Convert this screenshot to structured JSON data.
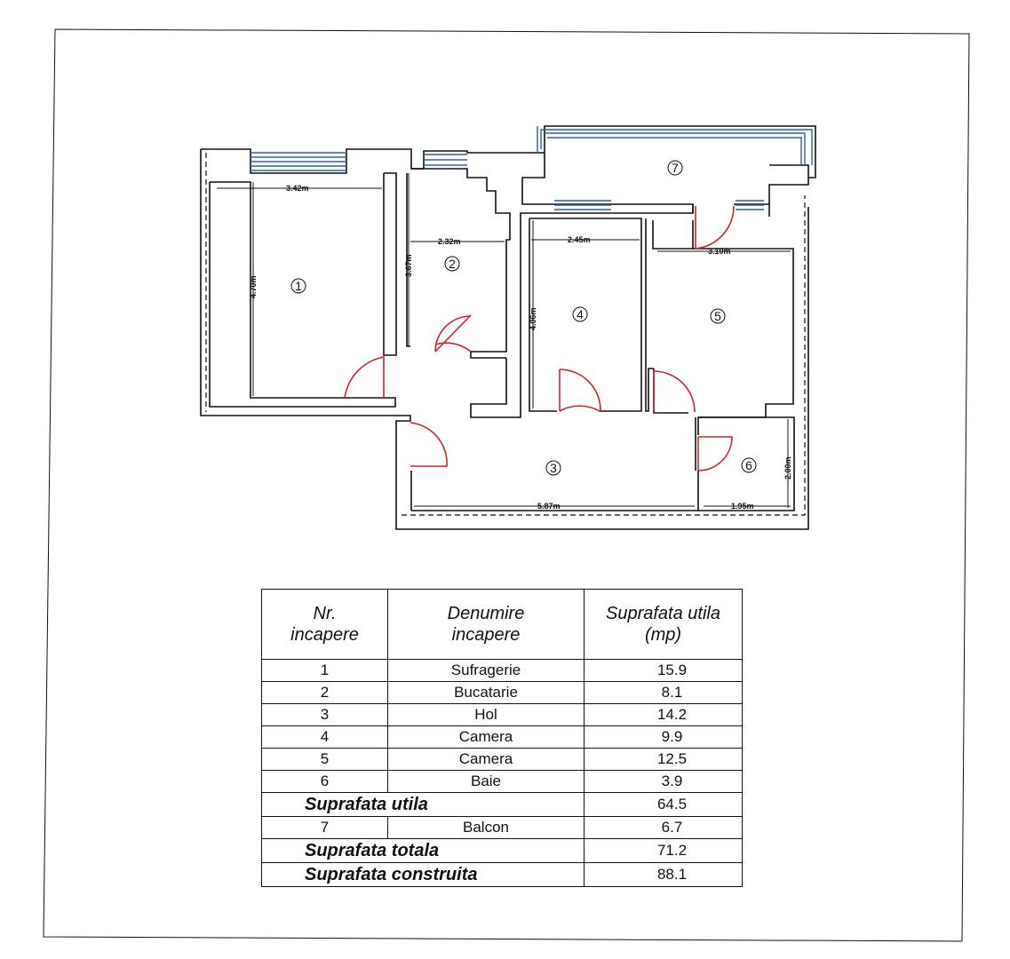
{
  "plan": {
    "rooms": [
      "1",
      "2",
      "3",
      "4",
      "5",
      "6",
      "7"
    ],
    "dimensions": {
      "r1_width": "3.42m",
      "r1_height": "4.70m",
      "r2_width": "2.32m",
      "r2_height": "3.67m",
      "r4_width": "2.45m",
      "r4_height": "4.06m",
      "r5_width": "3.10m",
      "r3_width": "5.87m",
      "r6_width": "1.95m",
      "r6_height": "2.00m"
    },
    "colors": {
      "walls": "#111111",
      "windows": "#2f5f9f",
      "doors": "#d4212b"
    }
  },
  "table": {
    "headers": {
      "nr": [
        "Nr.",
        "incapere"
      ],
      "denumire": [
        "Denumire",
        "incapere"
      ],
      "suprafata": [
        "Suprafata utila",
        "(mp)"
      ]
    },
    "rows": [
      {
        "nr": "1",
        "name": "Sufragerie",
        "area": "15.9"
      },
      {
        "nr": "2",
        "name": "Bucatarie",
        "area": "8.1"
      },
      {
        "nr": "3",
        "name": "Hol",
        "area": "14.2"
      },
      {
        "nr": "4",
        "name": "Camera",
        "area": "9.9"
      },
      {
        "nr": "5",
        "name": "Camera",
        "area": "12.5"
      },
      {
        "nr": "6",
        "name": "Baie",
        "area": "3.9"
      }
    ],
    "utila": {
      "label": "Suprafata utila",
      "area": "64.5"
    },
    "balcon": {
      "nr": "7",
      "name": "Balcon",
      "area": "6.7"
    },
    "totala": {
      "label": "Suprafata totala",
      "area": "71.2"
    },
    "construita": {
      "label": "Suprafata construita",
      "area": "88.1"
    }
  }
}
